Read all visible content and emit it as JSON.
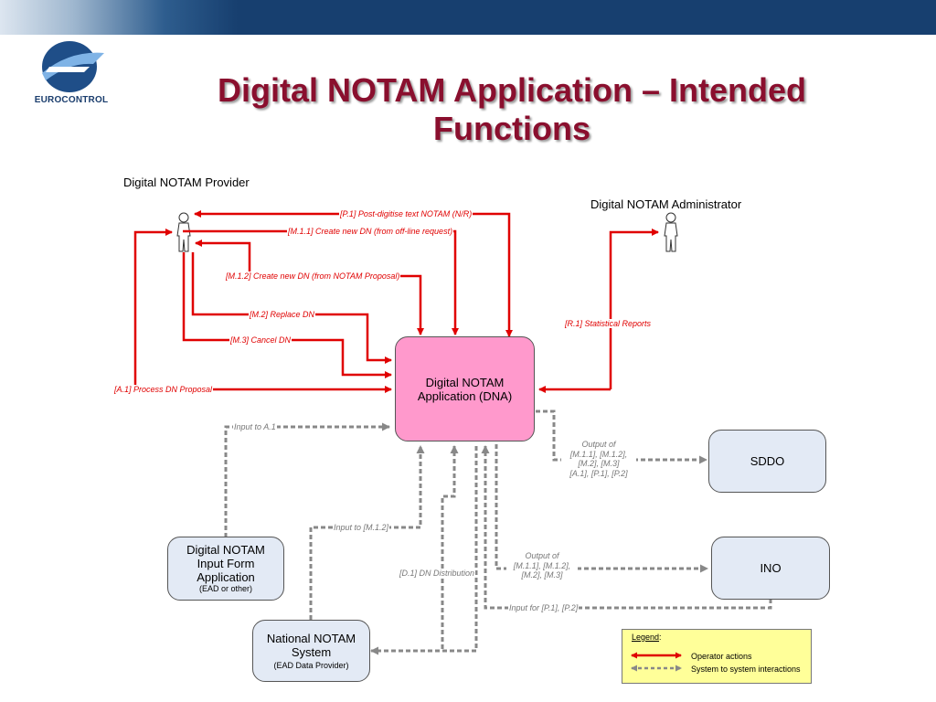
{
  "slide": {
    "title": "Digital NOTAM Application – Intended Functions",
    "logo_text": "EUROCONTROL"
  },
  "actors": {
    "provider": "Digital NOTAM Provider",
    "administrator": "Digital NOTAM Administrator"
  },
  "boxes": {
    "dna": {
      "line1": "Digital NOTAM",
      "line2": "Application (DNA)"
    },
    "sddo": {
      "label": "SDDO"
    },
    "ino": {
      "label": "INO"
    },
    "input_form": {
      "line1": "Digital NOTAM",
      "line2": "Input Form",
      "line3": "Application",
      "sub": "(EAD or other)"
    },
    "national": {
      "line1": "National NOTAM",
      "line2": "System",
      "sub": "(EAD Data Provider)"
    }
  },
  "operator_actions": {
    "p1": "[P.1] Post-digitise text NOTAM (N/R)",
    "m11": "[M.1.1] Create new DN (from off-line request)",
    "m12": "[M.1.2] Create new DN (from NOTAM Proposal)",
    "m2": "[M.2] Replace DN",
    "m3": "[M.3] Cancel DN",
    "a1": "[A.1] Process DN Proposal",
    "r1": "[R.1] Statistical Reports"
  },
  "system_interactions": {
    "input_a1": "Input to A.1",
    "input_m12": "Input to [M.1.2]",
    "d1": "[D.1] DN Distribution",
    "input_p1p2": "Input for [P.1], [P.2]",
    "output_sddo": [
      "Output of",
      "[M.1.1], [M.1.2],",
      "[M.2], [M.3]",
      "[A.1], [P.1], [P.2]"
    ],
    "output_ino": [
      "Output of",
      "[M.1.1], [M.1.2],",
      "[M.2], [M.3]"
    ]
  },
  "legend": {
    "title": "Legend",
    "operator": "Operator actions",
    "system": "System to system interactions"
  },
  "colors": {
    "title": "#8a0f2e",
    "operator_line": "#e00000",
    "system_line": "#888888",
    "dna_fill": "#ff99cc",
    "system_fill": "#e3eaf5",
    "legend_fill": "#ffff99"
  }
}
